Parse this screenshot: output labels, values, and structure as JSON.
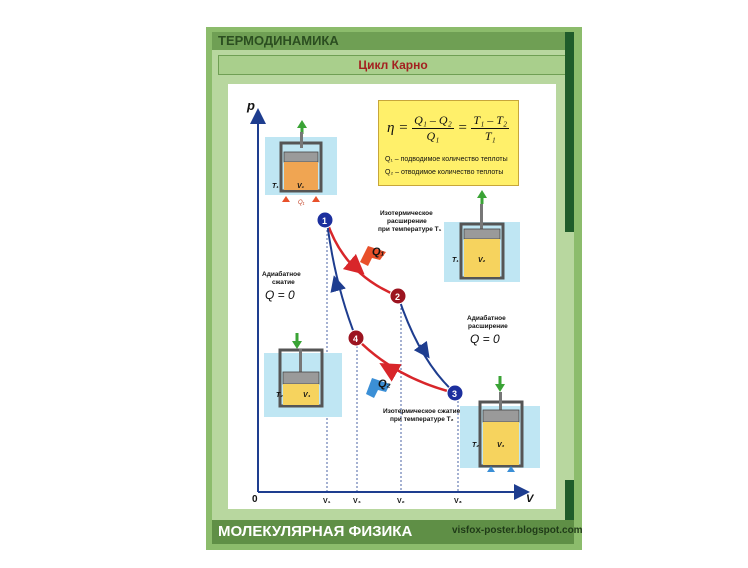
{
  "header": {
    "title": "ТЕРМОДИНАМИКА",
    "subtitle": "Цикл Карно"
  },
  "footer": {
    "title": "МОЛЕКУЛЯРНАЯ ФИЗИКА",
    "url": "visfox-poster.blogspot.com"
  },
  "formula": {
    "eta": "η =",
    "num1": "Q₁ – Q₂",
    "den1": "Q₁",
    "eq": "=",
    "num2": "T₁ – T₂",
    "den2": "T₁",
    "note1": "Q₁ – подводимое количество теплоты",
    "note2": "Q₂ – отводимое количество теплоты"
  },
  "axes": {
    "y_label": "p",
    "x_label": "V",
    "origin": "0",
    "ticks": [
      "V₁",
      "V₄",
      "V₂",
      "V₃"
    ]
  },
  "points": [
    "1",
    "2",
    "3",
    "4"
  ],
  "labels": {
    "iso_exp_1": "Изотермическое",
    "iso_exp_2": "расширение",
    "iso_exp_3": "при температуре T₁",
    "adi_exp_1": "Адиабатное",
    "adi_exp_2": "расширение",
    "adi_exp_q": "Q = 0",
    "iso_comp_1": "Изотермическое сжатие",
    "iso_comp_2": "при температуре T₂",
    "adi_comp_1": "Адиабатное",
    "adi_comp_2": "сжатие",
    "adi_comp_q": "Q = 0",
    "q1": "Q₁",
    "q2": "Q₂"
  },
  "cylinders": [
    {
      "t": "T₁",
      "v": "V₁"
    },
    {
      "t": "T₁",
      "v": "V₂"
    },
    {
      "t": "T₂",
      "v": "V₄"
    },
    {
      "t": "T₂",
      "v": "V₃"
    }
  ],
  "cylinder_q_mark": "Q₁",
  "colors": {
    "hot_curve": "#d8262a",
    "cold_curve": "#1e3d8f",
    "point_blue": "#1c2f9e",
    "point_red": "#9c1420",
    "water": "#bfe6f3",
    "gas_hot": "#f0a552",
    "gas_cold": "#f6d35e",
    "formula_bg": "#fff06a"
  }
}
